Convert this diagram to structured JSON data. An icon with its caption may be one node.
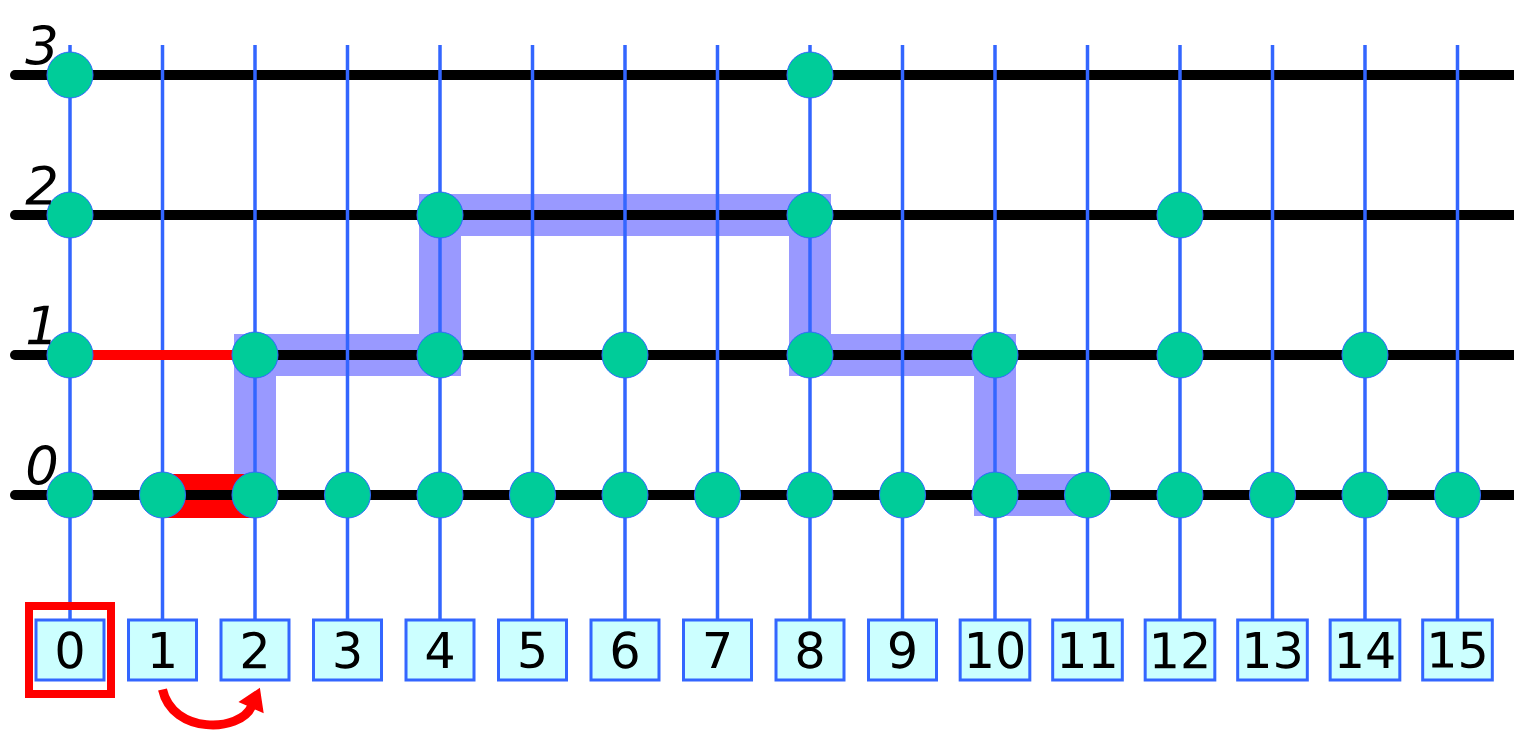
{
  "diagram": {
    "nodes": [
      {
        "text": [
          "0"
        ]
      },
      {
        "text": [
          "1"
        ]
      },
      {
        "text": [
          "2"
        ]
      },
      {
        "text": [
          "3"
        ]
      },
      {
        "text": [
          "4"
        ]
      },
      {
        "text": [
          "5"
        ]
      },
      {
        "text": [
          "6"
        ]
      },
      {
        "text": [
          "7"
        ]
      },
      {
        "text": [
          "8"
        ]
      },
      {
        "text": [
          "9"
        ]
      },
      {
        "text": [
          "10"
        ]
      },
      {
        "text": [
          "11"
        ]
      },
      {
        "text": [
          "12"
        ]
      },
      {
        "text": [
          "13"
        ]
      },
      {
        "text": [
          "14"
        ]
      },
      {
        "text": [
          "15"
        ]
      }
    ],
    "edges": [
      {
        "from": 1,
        "to": 2,
        "arrow": "to",
        "color": "#ff0000"
      }
    ],
    "labels": [
      "3",
      "2",
      "1",
      "0"
    ]
  }
}
